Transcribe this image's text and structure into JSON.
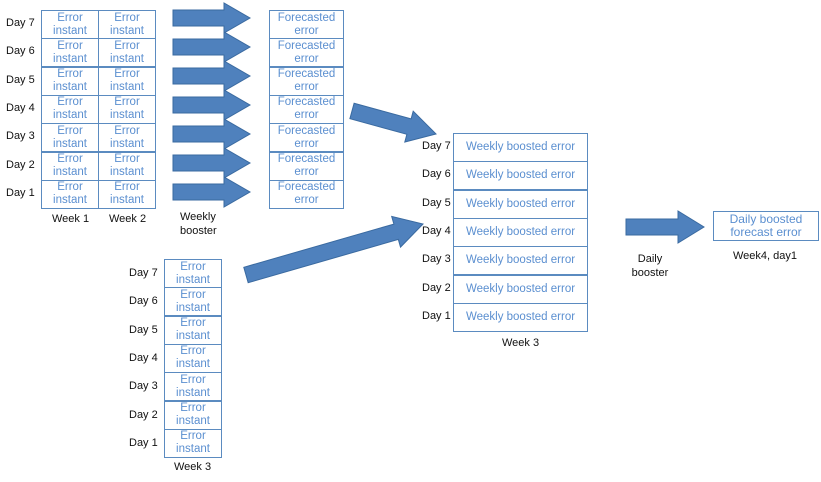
{
  "days": [
    "Day 7",
    "Day 6",
    "Day 5",
    "Day 4",
    "Day 3",
    "Day 2",
    "Day 1"
  ],
  "cell_text": {
    "error_instant": "Error instant",
    "forecasted_error": "Forecasted error",
    "weekly_boosted_error": "Weekly boosted error",
    "daily_boosted": "Daily boosted forecast error"
  },
  "labels": {
    "week1": "Week 1",
    "week2": "Week 2",
    "week3": "Week 3",
    "week3_mid": "Week 3",
    "weekly_booster": "Weekly booster",
    "daily_booster": "Daily booster",
    "week4_day1": "Week4, day1"
  },
  "colors": {
    "arrow": "#4f81bd",
    "border": "#5b8bc0",
    "cell_text": "#5b8fd0"
  }
}
